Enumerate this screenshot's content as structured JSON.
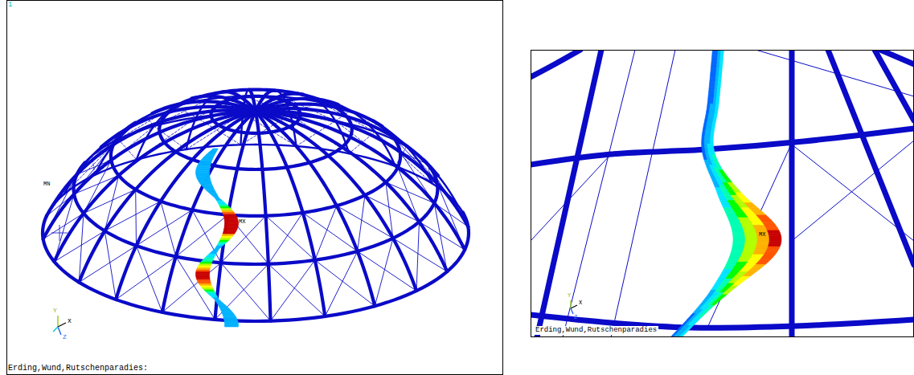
{
  "diagram": {
    "caption": "Erding,Wund,Rutschenparadies:",
    "labels": [
      "1",
      "MN",
      "MX",
      "Y",
      "X",
      "Z",
      "MX",
      "Y",
      "X",
      "Z",
      "Erding,Wund,Rutschenparadies"
    ]
  }
}
